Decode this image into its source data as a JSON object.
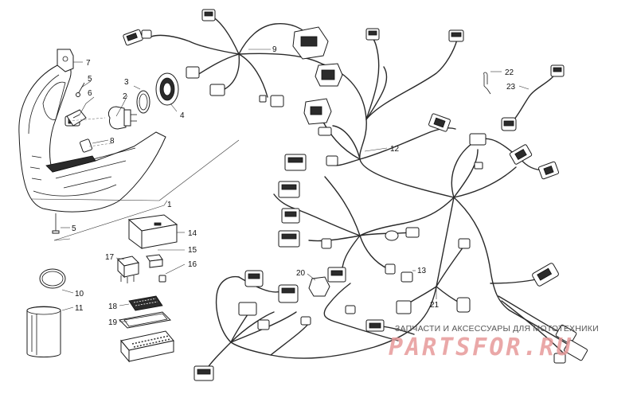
{
  "diagram": {
    "callouts": [
      {
        "id": "1",
        "label": "1"
      },
      {
        "id": "2",
        "label": "2"
      },
      {
        "id": "3",
        "label": "3"
      },
      {
        "id": "4",
        "label": "4"
      },
      {
        "id": "5a",
        "label": "5"
      },
      {
        "id": "5b",
        "label": "5"
      },
      {
        "id": "6",
        "label": "6"
      },
      {
        "id": "7",
        "label": "7"
      },
      {
        "id": "8",
        "label": "8"
      },
      {
        "id": "9",
        "label": "9"
      },
      {
        "id": "10",
        "label": "10"
      },
      {
        "id": "11",
        "label": "11"
      },
      {
        "id": "12",
        "label": "12"
      },
      {
        "id": "13",
        "label": "13"
      },
      {
        "id": "14",
        "label": "14"
      },
      {
        "id": "15",
        "label": "15"
      },
      {
        "id": "16",
        "label": "16"
      },
      {
        "id": "17",
        "label": "17"
      },
      {
        "id": "18",
        "label": "18"
      },
      {
        "id": "19",
        "label": "19"
      },
      {
        "id": "20",
        "label": "20"
      },
      {
        "id": "21",
        "label": "21"
      },
      {
        "id": "22",
        "label": "22"
      },
      {
        "id": "23",
        "label": "23"
      }
    ]
  },
  "watermark": {
    "tagline": "ЗАПЧАСТИ И АКСЕССУАРЫ ДЛЯ МОТОТЕХНИКИ",
    "logo": "PARTSFOR.RU"
  },
  "colors": {
    "line": "#1a1a1a",
    "watermark_logo": "#e79a9a",
    "watermark_text": "#555555",
    "background": "#ffffff"
  }
}
